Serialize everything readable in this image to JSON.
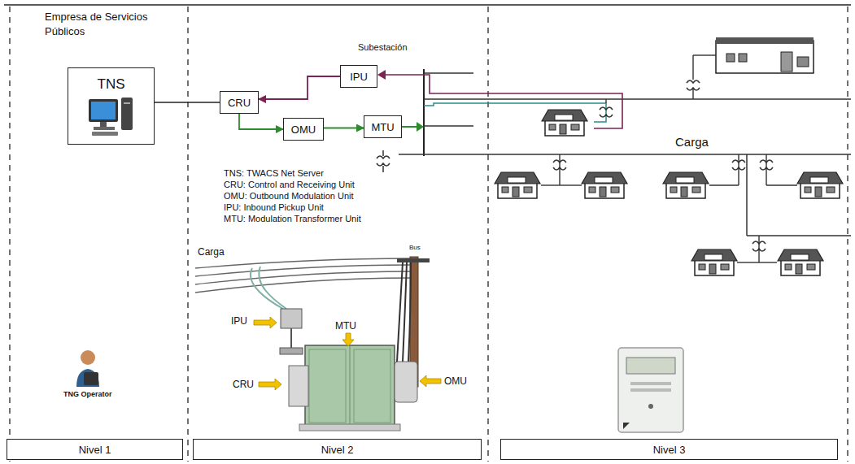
{
  "diagram": {
    "nodes": [
      {
        "text": [
          "TNS"
        ]
      },
      {
        "text": [
          "CRU"
        ]
      },
      {
        "text": [
          "IPU"
        ]
      },
      {
        "text": [
          "OMU"
        ]
      },
      {
        "text": [
          "MTU"
        ]
      },
      {
        "text": [
          "Nivel 1"
        ]
      },
      {
        "text": [
          "Nivel 2"
        ]
      },
      {
        "text": [
          "Nivel 3"
        ]
      }
    ],
    "edges": [
      {
        "from": 0,
        "to": 1,
        "arrow": "none"
      },
      {
        "from": 2,
        "to": 1,
        "arrow": "to"
      },
      {
        "from": 1,
        "to": 3,
        "arrow": "to"
      },
      {
        "from": 3,
        "to": 4,
        "arrow": "to"
      }
    ],
    "labels": [
      "Empresa de Servicios Públicos",
      "Subestación",
      "TNS: TWACS Net Server",
      "CRU: Control and Receiving Unit",
      "OMU: Outbound Modulation Unit",
      "IPU: Inbound Pickup Unit",
      "MTU: Modulation Transformer Unit",
      "Carga",
      "Carga",
      "Bus",
      "IPU",
      "MTU",
      "CRU",
      "OMU",
      "TNG Operator"
    ]
  }
}
